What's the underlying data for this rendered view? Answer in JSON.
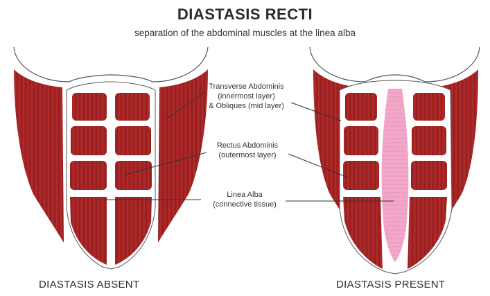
{
  "title": "DIASTASIS RECTI",
  "subtitle": "separation of the abdominal muscles at the linea alba",
  "labels": {
    "transverse": {
      "line1": "Transverse Abdominis",
      "line2": "(innermost layer)",
      "line3": "& Obliques (mid layer)"
    },
    "rectus": {
      "line1": "Rectus Abdominis",
      "line2": "(outermost layer)"
    },
    "linea": {
      "line1": "Linea Alba",
      "line2": "(connective tissue)"
    }
  },
  "captions": {
    "absent": "DIASTASIS ABSENT",
    "present": "DIASTASIS PRESENT"
  },
  "colors": {
    "muscle": "#a72424",
    "muscle_dark": "#7e1717",
    "linea_present": "#f2a8c8",
    "outline": "#555555"
  }
}
